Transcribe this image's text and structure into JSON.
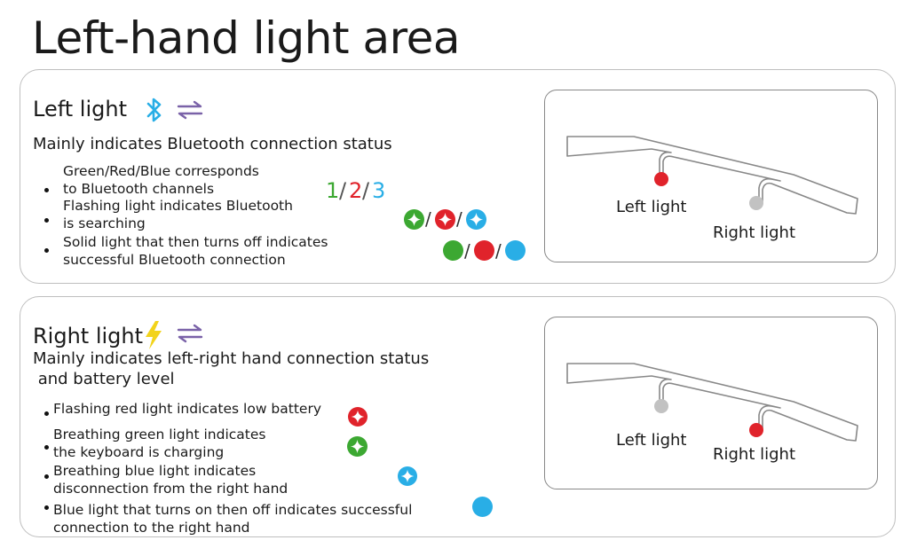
{
  "page": {
    "title": "Left-hand light area"
  },
  "left_section": {
    "title": "Left light",
    "subtitle": "Mainly indicates Bluetooth connection status",
    "items": [
      {
        "line1": "Green/Red/Blue corresponds",
        "line2": "to Bluetooth channels"
      },
      {
        "line1": "Flashing light indicates Bluetooth",
        "line2": "is searching"
      },
      {
        "line1": "Solid light that then turns off indicates",
        "line2": "successful Bluetooth connection"
      }
    ],
    "channels": [
      "1",
      "2",
      "3"
    ],
    "slash": "/",
    "diagram": {
      "left_label": "Left light",
      "right_label": "Right light"
    }
  },
  "right_section": {
    "title": "Right light",
    "subtitle_line1": "Mainly indicates left-right hand connection status",
    "subtitle_line2": " and battery level",
    "items": [
      {
        "line1": "Flashing red light indicates low battery",
        "line2": ""
      },
      {
        "line1": "Breathing green light indicates",
        "line2": "the keyboard is charging"
      },
      {
        "line1": "Breathing blue light indicates",
        "line2": "disconnection from the right hand"
      },
      {
        "line1": "Blue light that turns on then off indicates successful",
        "line2": "connection to the right hand"
      }
    ],
    "diagram": {
      "left_label": "Left light",
      "right_label": "Right light"
    }
  },
  "icons": {
    "bluetooth": "bluetooth-icon",
    "switch": "switch-arrows-icon",
    "lightning": "lightning-icon"
  },
  "colors": {
    "green": "#3ca832",
    "red": "#e0232b",
    "blue": "#29aee6",
    "grey": "#c2c2c2",
    "switch_purple": "#7a62a8",
    "lightning_yellow": "#f2d31b"
  }
}
